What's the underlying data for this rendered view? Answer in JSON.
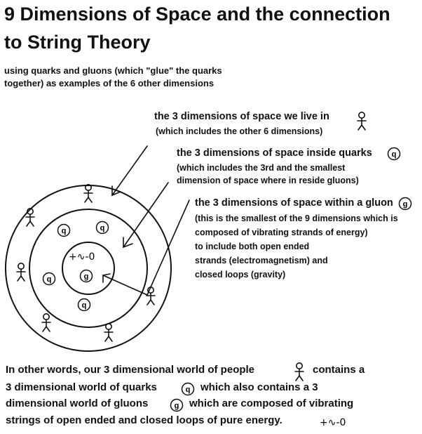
{
  "title": {
    "line1": "9 Dimensions of Space and the connection",
    "line2": "to String Theory"
  },
  "subtitle": {
    "line1": "using quarks and gluons (which \"glue\" the quarks",
    "line2": "together) as examples of the 6 other dimensions"
  },
  "labels": {
    "space": {
      "main": "the 3 dimensions of space we live in",
      "sub": "(which includes the other 6 dimensions)"
    },
    "quarks": {
      "main": "the 3 dimensions of space inside quarks",
      "sub1": "(which includes the 3rd and the smallest",
      "sub2": "dimension of space where in reside gluons)"
    },
    "gluon": {
      "main": "the 3 dimensions of space within a gluon",
      "sub1": "(this is the smallest of the 9 dimensions which is",
      "sub2": "composed of vibrating strands of energy)",
      "sub3": "to include both open ended",
      "sub4": "strands (electromagnetism) and",
      "sub5": "closed loops (gravity)"
    }
  },
  "symbols": {
    "quark": "q",
    "gluon": "g",
    "string": "+∿-0",
    "person_icon": "stick-figure-icon"
  },
  "bottom_text": {
    "line1_a": "In other words, our 3 dimensional world of people",
    "line1_b": "contains a",
    "line2_a": "3  dimensional world of quarks",
    "line2_b": "which also contains a 3",
    "line3_a": "dimensional world of gluons",
    "line3_b": "which are composed of vibrating",
    "line4_a": "strings of open ended  and closed loops of pure energy."
  }
}
